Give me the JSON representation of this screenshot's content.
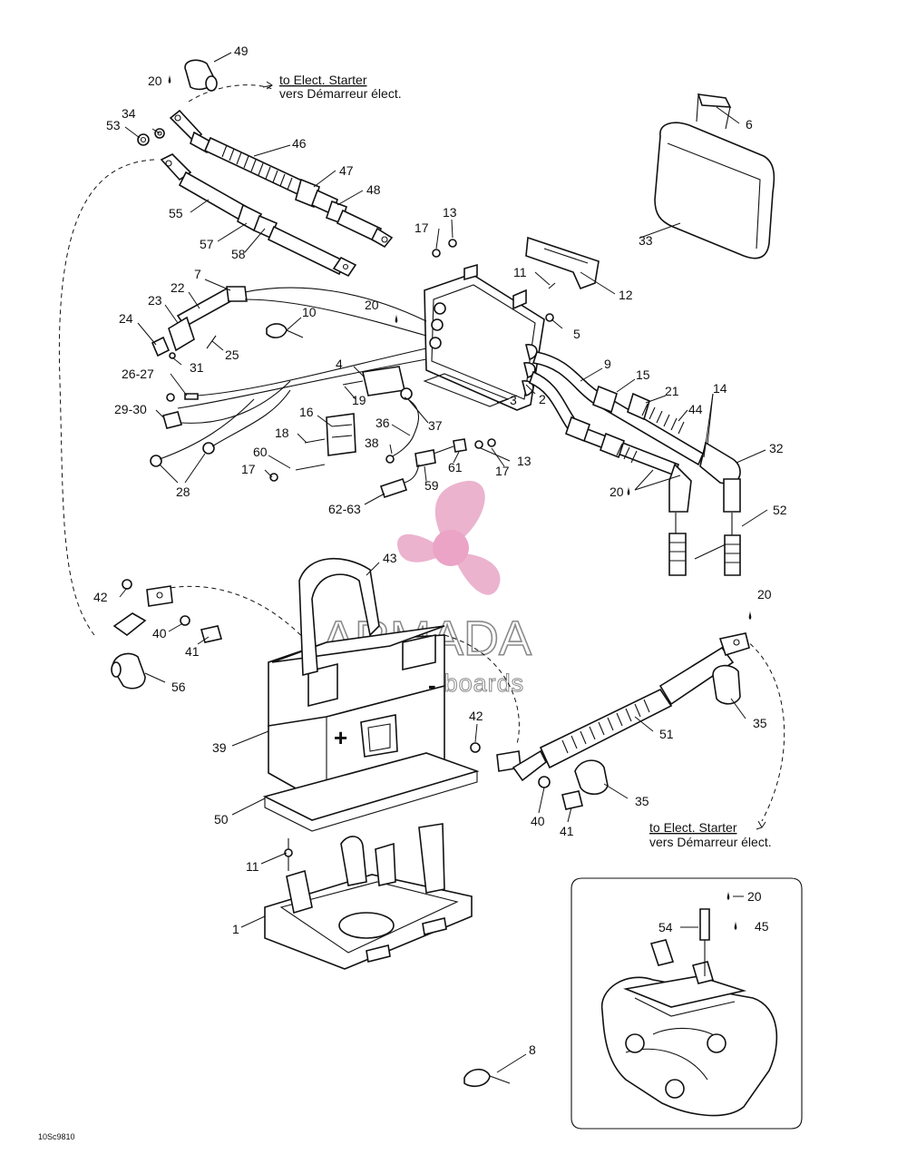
{
  "notes": {
    "starter_top_en": "to Elect. Starter",
    "starter_top_fr": "vers Démarreur élect.",
    "starter_bottom_en": "to Elect. Starter",
    "starter_bottom_fr": "vers Démarreur élect."
  },
  "drawing_code": "10Sc9810",
  "watermark": {
    "brand": "ARMADA",
    "tagline": "marine outboards",
    "color": "#e8a6c6"
  },
  "battery_symbols": {
    "plus": "+",
    "minus": "-"
  },
  "callouts": {
    "c1": "1",
    "c2": "2",
    "c3": "3",
    "c4": "4",
    "c5": "5",
    "c6": "6",
    "c7": "7",
    "c8": "8",
    "c9": "9",
    "c10": "10",
    "c11a": "11",
    "c11b": "11",
    "c12": "12",
    "c13a": "13",
    "c13b": "13",
    "c14": "14",
    "c15": "15",
    "c16": "16",
    "c17a": "17",
    "c17b": "17",
    "c17c": "17",
    "c18": "18",
    "c19": "19",
    "c20a": "20",
    "c20b": "20",
    "c20c": "20",
    "c20d": "20",
    "c20e": "20",
    "c21": "21",
    "c22": "22",
    "c23": "23",
    "c24": "24",
    "c25": "25",
    "c26": "26-27",
    "c28": "28",
    "c29": "29-30",
    "c31": "31",
    "c32": "32",
    "c33": "33",
    "c34": "34",
    "c35a": "35",
    "c35b": "35",
    "c36": "36",
    "c37": "37",
    "c38": "38",
    "c39": "39",
    "c40a": "40",
    "c40b": "40",
    "c41a": "41",
    "c41b": "41",
    "c42a": "42",
    "c42b": "42",
    "c43": "43",
    "c44": "44",
    "c45": "45",
    "c46": "46",
    "c47": "47",
    "c48": "48",
    "c49": "49",
    "c50": "50",
    "c51": "51",
    "c52": "52",
    "c53": "53",
    "c54": "54",
    "c55": "55",
    "c56": "56",
    "c57": "57",
    "c58": "58",
    "c59": "59",
    "c60": "60",
    "c61": "61",
    "c62": "62-63"
  }
}
